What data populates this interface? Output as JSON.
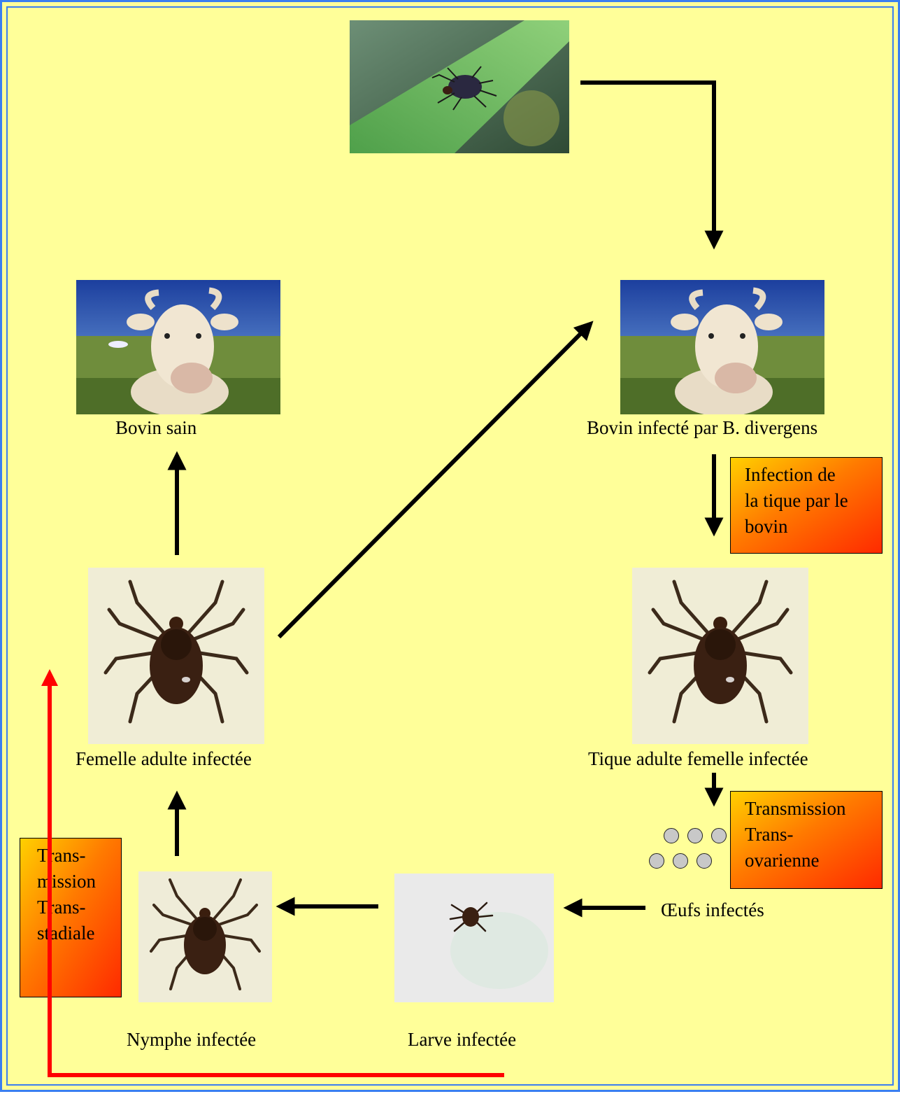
{
  "labels": {
    "healthy_bovine": "Bovin sain",
    "infected_bovine": "Bovin infecté par B. divergens",
    "infected_adult_female": "Femelle adulte infectée",
    "infected_adult_female_tick": "Tique adulte femelle infectée",
    "infected_eggs": "Œufs infectés",
    "infected_nymph": "Nymphe infectée",
    "infected_larva": "Larve infectée"
  },
  "boxes": {
    "tick_infection": [
      "Infection de",
      "la tique par le",
      "bovin"
    ],
    "transovarial": [
      "Transmission",
      "Trans-",
      "ovarienne"
    ],
    "transstadial": [
      "Trans-",
      "mission",
      "Trans-",
      "stadiale"
    ]
  },
  "colors": {
    "background": "#ffff99",
    "frame": "#3a7ff0",
    "arrow": "#000000",
    "transstadial_arrow": "#ff0000"
  }
}
